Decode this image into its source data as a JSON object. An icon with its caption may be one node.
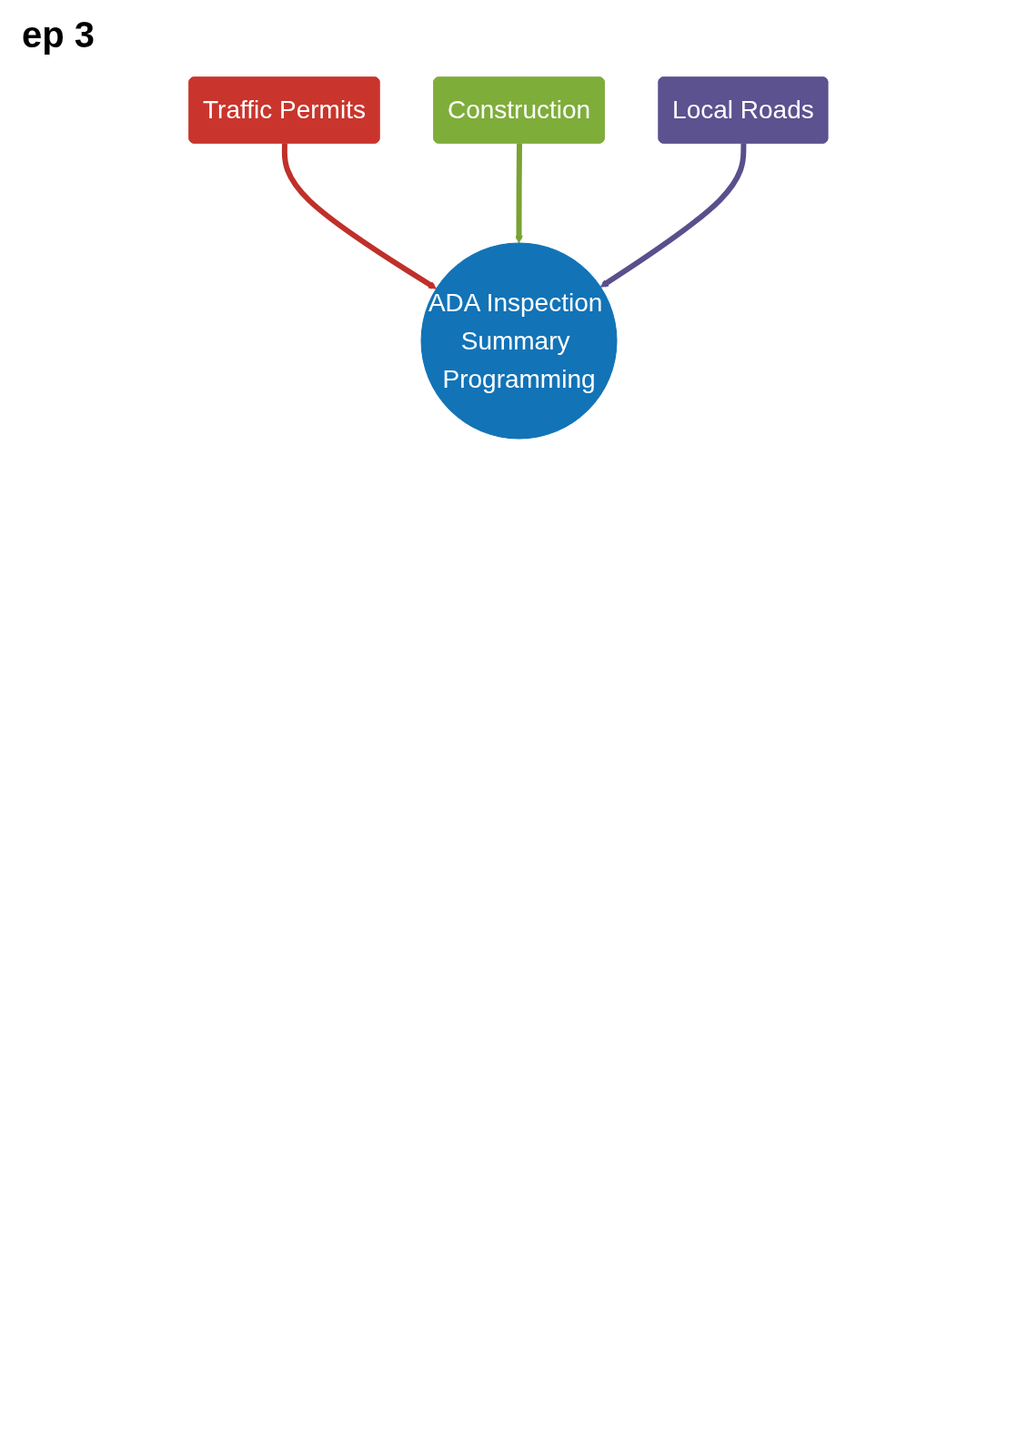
{
  "diagram": {
    "title": "ep 3",
    "nodes": [
      {
        "text": [
          "Traffic Permits"
        ]
      },
      {
        "text": [
          "Construction"
        ]
      },
      {
        "text": [
          "Local Roads"
        ]
      },
      {
        "text": [
          "ADA Inspection Summary Programming"
        ]
      }
    ],
    "edges": [
      {
        "from": 0,
        "to": 3,
        "arrow": "to",
        "color": "#c0302a"
      },
      {
        "from": 1,
        "to": 3,
        "arrow": "to",
        "color": "#7aa233"
      },
      {
        "from": 2,
        "to": 3,
        "arrow": "to",
        "color": "#5a4f8c"
      }
    ]
  }
}
